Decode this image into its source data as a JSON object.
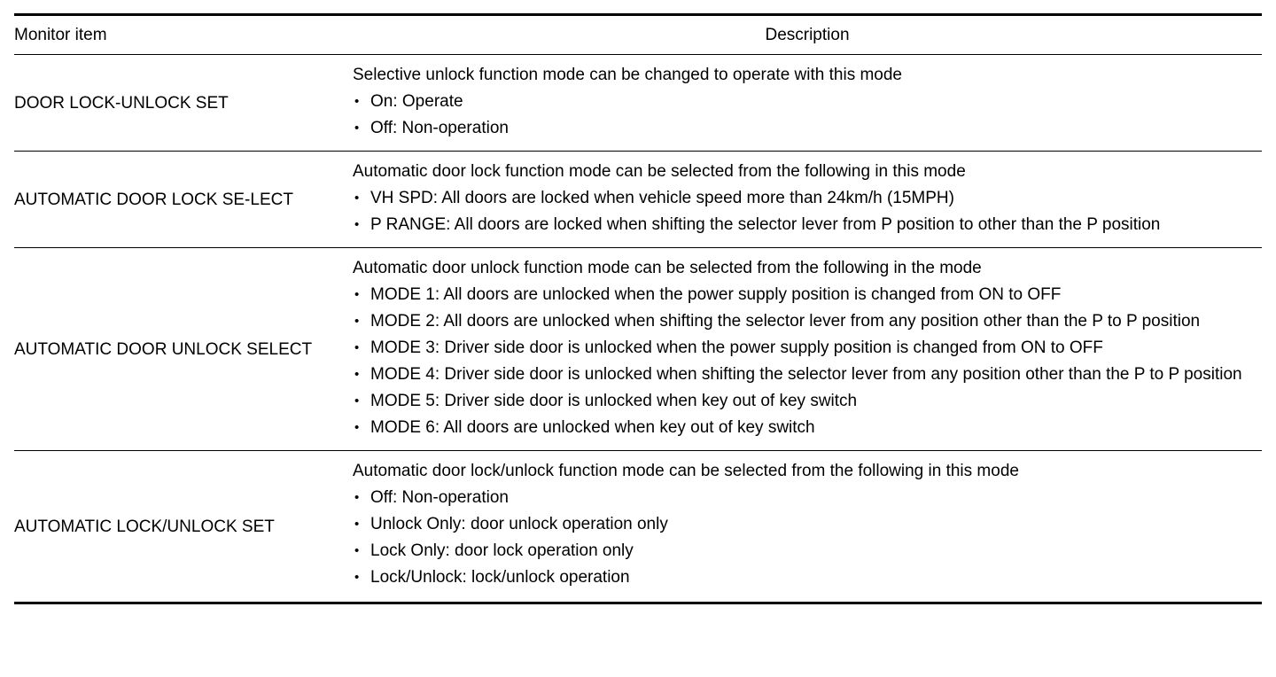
{
  "table": {
    "headers": {
      "item": "Monitor item",
      "description": "Description"
    },
    "rows": [
      {
        "item": "DOOR LOCK-UNLOCK SET",
        "lead": "Selective unlock function mode can be changed to operate with this mode",
        "options": [
          "On: Operate",
          "Off: Non-operation"
        ]
      },
      {
        "item": "AUTOMATIC DOOR LOCK SE-LECT",
        "lead": "Automatic door lock function mode can be selected from the following in this mode",
        "options": [
          "VH SPD: All doors are locked when vehicle speed more than 24km/h (15MPH)",
          "P RANGE: All doors are locked when shifting the selector lever from P position to other than the P position"
        ]
      },
      {
        "item": "AUTOMATIC DOOR UNLOCK SELECT",
        "lead": "Automatic door unlock function mode can be selected from the following in the mode",
        "options": [
          "MODE 1: All doors are unlocked when the power supply position is changed from ON to OFF",
          "MODE 2: All doors are unlocked when shifting the selector lever from any position other than the P to P position",
          "MODE 3: Driver side door is unlocked when the power supply position is changed from ON to OFF",
          "MODE 4: Driver side door is unlocked when shifting the selector lever from any position other than the P to P position",
          "MODE 5: Driver side door is unlocked when key out of key switch",
          "MODE 6: All doors are unlocked when key out of key switch"
        ]
      },
      {
        "item": "AUTOMATIC LOCK/UNLOCK SET",
        "lead": "Automatic door lock/unlock function mode can be selected from the following in this mode",
        "options": [
          "Off: Non-operation",
          "Unlock Only: door unlock operation only",
          "Lock Only: door lock operation only",
          "Lock/Unlock: lock/unlock operation"
        ]
      }
    ]
  }
}
